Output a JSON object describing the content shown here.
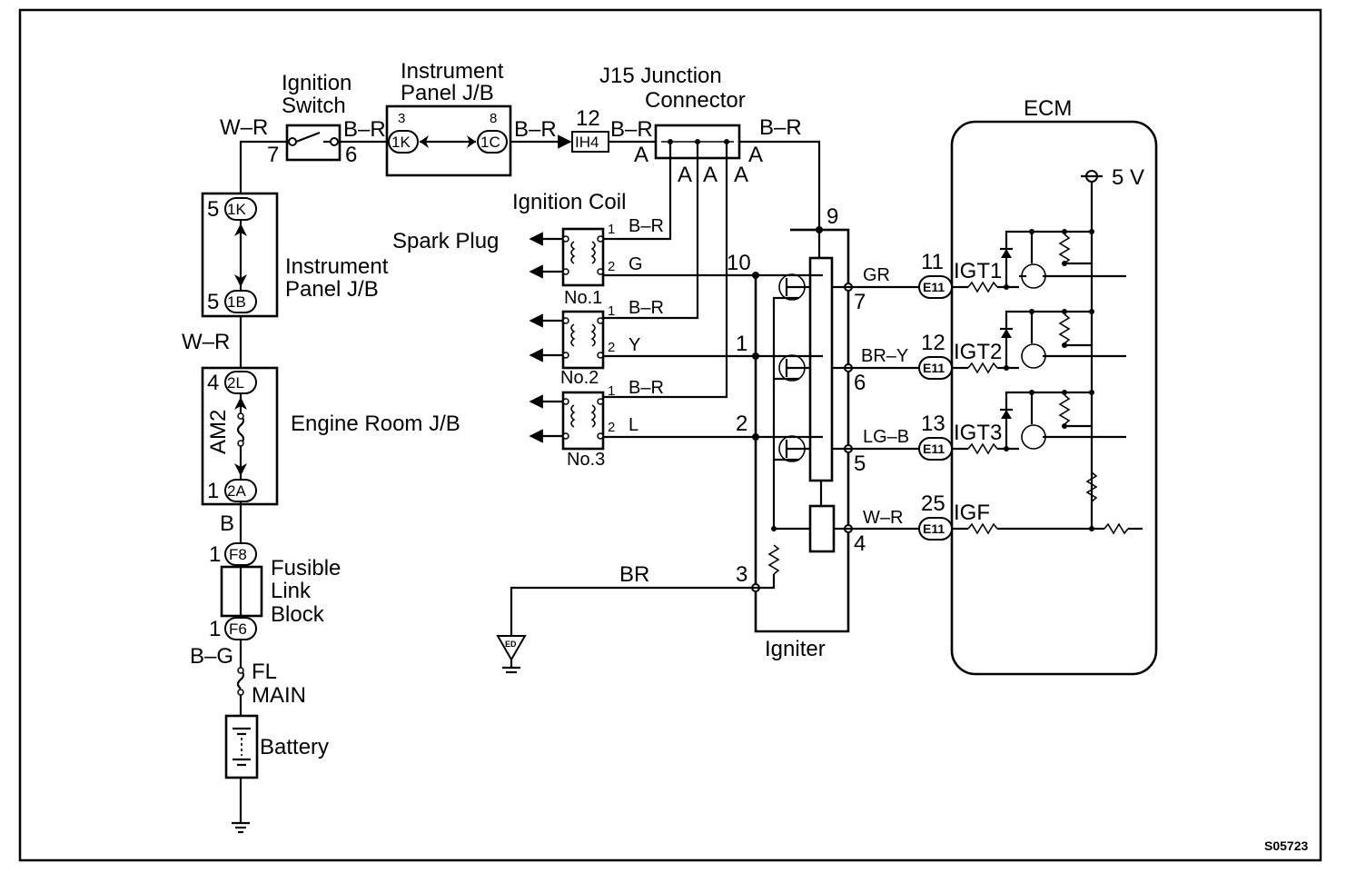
{
  "components": {
    "ignition_switch": "Ignition Switch",
    "instrument_panel_jb_top": "Instrument Panel J/B",
    "j15": "J15 Junction Connector",
    "ecm": "ECM",
    "ignition_coil": "Ignition Coil",
    "spark_plug": "Spark Plug",
    "instrument_panel_jb_left": "Instrument Panel J/B",
    "engine_room_jb": "Engine Room J/B",
    "fusible_link_block": "Fusible Link Block",
    "fl_main": "FL MAIN",
    "battery": "Battery",
    "igniter": "Igniter",
    "am2": "AM2",
    "five_volt": "5 V",
    "coil_no1": "No.1",
    "coil_no2": "No.2",
    "coil_no3": "No.3",
    "ground_code": "ED",
    "diagram_code": "S05723"
  },
  "wire_colors": {
    "w_r_top": "W–R",
    "b_r_sw": "B–R",
    "b_r_jb": "B–R",
    "b_r_ih4": "B–R",
    "b_r_j15": "B–R",
    "w_r_mid": "W–R",
    "b": "B",
    "b_g": "B–G",
    "coil1_b_r": "B–R",
    "coil1_g": "G",
    "coil2_b_r": "B–R",
    "coil2_y": "Y",
    "coil3_b_r": "B–R",
    "coil3_l": "L",
    "gr": "GR",
    "br_y": "BR–Y",
    "lg_b": "LG–B",
    "w_r_igf": "W–R",
    "br": "BR"
  },
  "connectors": {
    "sw_in": "7",
    "sw_out": "6",
    "ipjb_top_3": "3",
    "ipjb_top_8": "8",
    "ipjb_top_1k": "1K",
    "ipjb_top_1c": "1C",
    "ih4_pin": "12",
    "ih4": "IH4",
    "j15_a_left": "A",
    "j15_a_right": "A",
    "j15_a1": "A",
    "j15_a2": "A",
    "j15_a3": "A",
    "ipjb_l_5a": "5",
    "ipjb_l_1k": "1K",
    "ipjb_l_5b": "5",
    "ipjb_l_1b": "1B",
    "erjb_4": "4",
    "erjb_2l": "2L",
    "erjb_1": "1",
    "erjb_2a": "2A",
    "flb_1a": "1",
    "flb_f8": "F8",
    "flb_1b": "1",
    "flb_f6": "F6",
    "coil1_p1": "1",
    "coil1_p2": "2",
    "coil2_p1": "1",
    "coil2_p2": "2",
    "coil3_p1": "1",
    "coil3_p2": "2",
    "ign_9": "9",
    "ign_10": "10",
    "ign_1": "1",
    "ign_2": "2",
    "ign_3": "3",
    "ign_7": "7",
    "ign_6": "6",
    "ign_5": "5",
    "ign_4": "4",
    "ecm_11": "11",
    "ecm_12": "12",
    "ecm_13": "13",
    "ecm_25": "25",
    "e11_a": "E11",
    "e11_b": "E11",
    "e11_c": "E11",
    "e11_d": "E11"
  },
  "ecm_signals": {
    "igt1": "IGT1",
    "igt2": "IGT2",
    "igt3": "IGT3",
    "igf": "IGF"
  }
}
